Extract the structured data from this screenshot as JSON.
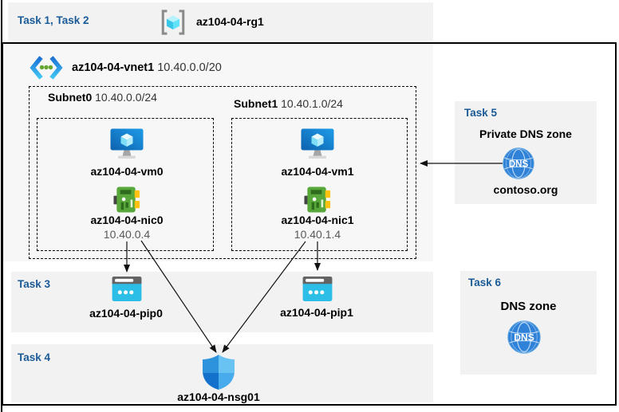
{
  "header": {
    "tasks_label": "Task 1, Task 2",
    "resource_group_name": "az104-04-rg1"
  },
  "vnet": {
    "name": "az104-04-vnet1",
    "cidr": "10.40.0.0/20"
  },
  "subnets": [
    {
      "name": "Subnet0",
      "cidr": "10.40.0.0/24",
      "vm_name": "az104-04-vm0",
      "nic_name": "az104-04-nic0",
      "nic_ip": "10.40.0.4"
    },
    {
      "name": "Subnet1",
      "cidr": "10.40.1.0/24",
      "vm_name": "az104-04-vm1",
      "nic_name": "az104-04-nic1",
      "nic_ip": "10.40.1.4"
    }
  ],
  "task3": {
    "label": "Task 3",
    "pip0_name": "az104-04-pip0",
    "pip1_name": "az104-04-pip1"
  },
  "task4": {
    "label": "Task 4",
    "nsg_name": "az104-04-nsg01"
  },
  "task5": {
    "label": "Task 5",
    "title": "Private DNS zone",
    "zone_name": "contoso.org"
  },
  "task6": {
    "label": "Task 6",
    "title": "DNS zone"
  },
  "icons": {
    "resource_group_icon": "bracketed-cube",
    "vnet_icon": "angle-brackets-with-green-dots",
    "vm_icon": "blue-monitor-with-cube",
    "nic_icon": "green-network-interface-card",
    "public_ip_icon": "cyan-browser-with-dots",
    "nsg_icon": "blue-quadrant-shield",
    "dns_icon": "blue-globe-circle",
    "dns_glyph_text": "DNS"
  },
  "colors": {
    "task_label_blue": "#1a5a96",
    "panel_gray": "#f2f2f2",
    "vnet_fill": "#f7f7f7",
    "border_black": "#000000",
    "ip_text_gray": "#595959",
    "dns_blue": "#2f82d8",
    "pip_cyan": "#2cbee6",
    "nic_green": "#57a73a",
    "vm_blue": "#1272c8",
    "rg_bracket_gray": "#8a8a8a",
    "nic_tab_yellow": "#ffc20e"
  }
}
